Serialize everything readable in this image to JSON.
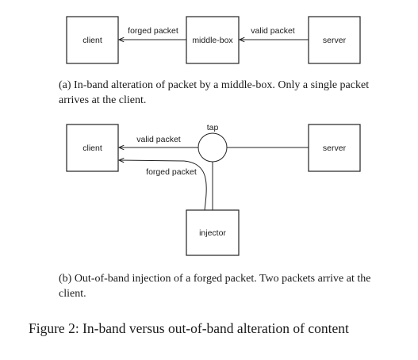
{
  "colors": {
    "stroke": "#222222",
    "text": "#1a1a1a",
    "background": "#ffffff"
  },
  "panel_a": {
    "client_label": "client",
    "middlebox_label": "middle-box",
    "server_label": "server",
    "forged_packet_label": "forged packet",
    "valid_packet_label": "valid packet",
    "caption": "(a) In-band alteration of packet by a middle-box.  Only a single packet arrives at the client."
  },
  "panel_b": {
    "client_label": "client",
    "server_label": "server",
    "tap_label": "tap",
    "injector_label": "injector",
    "valid_packet_label": "valid packet",
    "forged_packet_label": "forged packet",
    "caption": "(b) Out-of-band injection of a forged packet.  Two packets arrive at the client."
  },
  "figure_caption": "Figure 2:  In-band versus out-of-band alteration of content"
}
